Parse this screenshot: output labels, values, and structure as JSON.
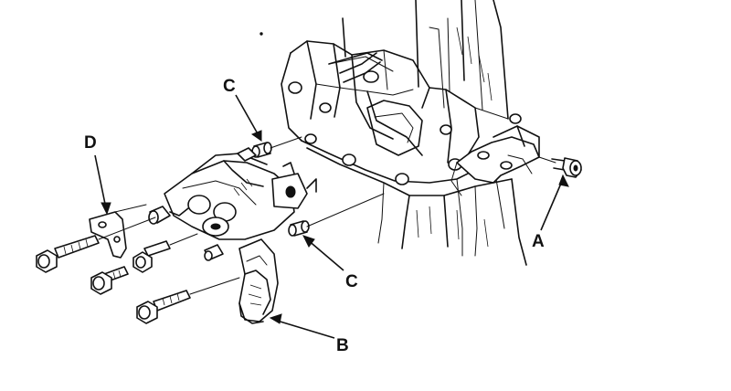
{
  "callouts": {
    "a": "A",
    "b": "B",
    "c_upper": "C",
    "c_lower": "C",
    "d": "D"
  },
  "colors": {
    "ink": "#111111",
    "background": "#ffffff"
  }
}
